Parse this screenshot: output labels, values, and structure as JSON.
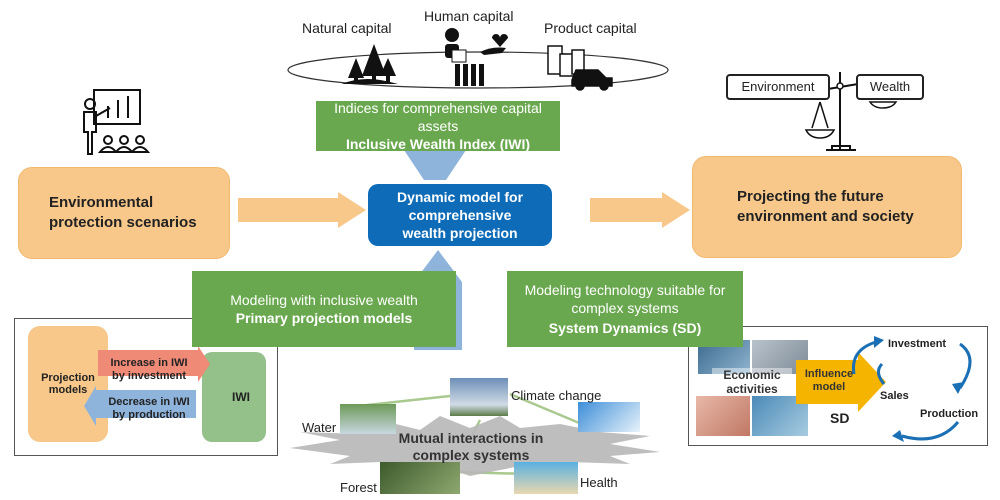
{
  "capitals": {
    "natural": "Natural capital",
    "human": "Human capital",
    "product": "Product capital"
  },
  "iwi_box": {
    "line1": "Indices for comprehensive capital assets",
    "line2": "Inclusive Wealth Index (IWI)"
  },
  "scale": {
    "left": "Environment",
    "right": "Wealth"
  },
  "left_box": {
    "line1": "Environmental",
    "line2": "protection scenarios"
  },
  "center_box": {
    "line1": "Dynamic model for",
    "line2": "comprehensive",
    "line3": "wealth projection"
  },
  "right_box": {
    "line1": "Projecting the future",
    "line2": "environment and society"
  },
  "primary_box": {
    "line1": "Modeling with inclusive wealth",
    "line2": "Primary projection models"
  },
  "sd_box": {
    "line1": "Modeling technology suitable for",
    "line2": "complex systems",
    "line3": "System Dynamics (SD)"
  },
  "projection_panel": {
    "models": "Projection models",
    "increase": "Increase in IWI by investment",
    "decrease": "Decrease in IWI by production",
    "iwi": "IWI"
  },
  "sd_panel": {
    "economic": "Economic activities",
    "influence": "Influence model",
    "sd": "SD",
    "investment": "Investment",
    "sales": "Sales",
    "production": "Production"
  },
  "interactions": {
    "center": "Mutual interactions in complex systems",
    "water": "Water",
    "climate": "Climate change",
    "forest": "Forest",
    "health": "Health"
  },
  "colors": {
    "green": "#6aa84f",
    "orange": "#f8c88a",
    "blue": "#0e6bb8",
    "light_blue": "#8fb4dc",
    "red_arrow": "#ef8a76",
    "blue_arrow": "#8fb4dc"
  }
}
